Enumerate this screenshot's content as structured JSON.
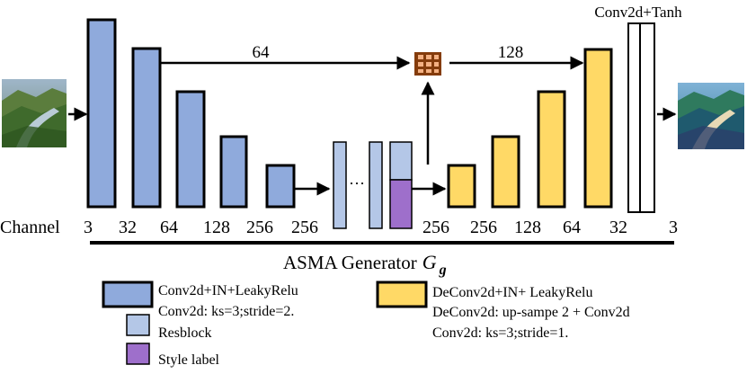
{
  "colors": {
    "encoder": "#8faadc",
    "decoder": "#ffd966",
    "resblock": "#b4c7e7",
    "style": "#9e6fcb",
    "fusion": "#843c0c",
    "fusion_cell": "#f4b183",
    "outline": "#000000"
  },
  "encoder_channels": [
    "3",
    "32",
    "64",
    "128",
    "256",
    "256"
  ],
  "decoder_channels": [
    "256",
    "256",
    "128",
    "64",
    "32",
    "3"
  ],
  "channel_label": "Channel",
  "skip_labels": [
    "64",
    "128"
  ],
  "ellipsis": "···",
  "output_block_label": "Conv2d+Tanh",
  "generator_title": "ASMA Generator",
  "generator_symbol": "G",
  "generator_subscript": "g",
  "legend": {
    "encoder_line1": "Conv2d+IN+LeakyRelu",
    "encoder_line2": "Conv2d: ks=3;stride=2.",
    "resblock": "Resblock",
    "style_label": "Style label",
    "decoder_line1": "DeConv2d+IN+ LeakyRelu",
    "decoder_line2": "DeConv2d: up-sampe 2 + Conv2d",
    "decoder_line3": "Conv2d: ks=3;stride=1."
  },
  "images": {
    "input": "landscape-photo",
    "output": "stylized-landscape"
  }
}
